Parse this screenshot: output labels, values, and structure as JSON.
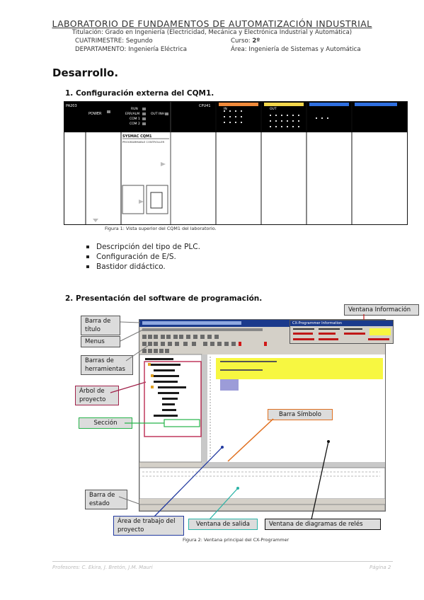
{
  "header": {
    "title": "LABORATORIO DE FUNDAMENTOS DE AUTOMATIZACIÓN INDUSTRIAL",
    "subtitle": "Titulación: Grado en Ingeniería (Electricidad, Mecánica y Electrónica Industrial y Automática)",
    "cuatrimestre": "CUATRIMESTRE: Segundo",
    "curso_label": "Curso:",
    "curso_value": "2º",
    "departamento": "DEPARTAMENTO: Ingeniería Eléctrica",
    "area": "Área: Ingeniería de Sistemas y Automática"
  },
  "section_title": "Desarrollo.",
  "item1": {
    "heading": "1. Configuración externa del CQM1.",
    "caption": "Figura 1: Vista superior del CQM1 del laboratorio.",
    "plc_labels": {
      "pa": "PA203",
      "power": "POWER",
      "run": "RUN",
      "err": "ERR/ALM",
      "com1": "COM 1",
      "com2": "COM 2",
      "out_inh": "OUT INH",
      "cpu": "CPU41",
      "model": "SYSMAC CQM1",
      "program": "PROGRAMMABLE CONTROLLER",
      "in_label": "IN",
      "out_label": "OUT"
    },
    "bullets": [
      "Descripción del tipo de PLC.",
      "Configuración de E/S.",
      "Bastidor didáctico."
    ]
  },
  "item2": {
    "heading": "2. Presentación del software de programación.",
    "caption": "Figura 2: Ventana principal del CX-Programmer",
    "callouts": {
      "barra_titulo": "Barra de título",
      "menus": "Menus",
      "barras_herramientas": "Barras de herramientas",
      "arbol_proyecto": "Árbol de proyecto",
      "seccion": "Sección",
      "ventana_informacion": "Ventana Información",
      "barra_simbolo": "Barra Símbolo",
      "barra_estado": "Barra de estado",
      "area_trabajo": "Área de trabajo del proyecto",
      "ventana_salida": "Ventana de salida",
      "ventana_diagramas": "Ventana de diagramas de relés"
    },
    "info_window_title": "CX-Programmer Information"
  },
  "footer": {
    "professors": "Profesores: C. Ekira, J. Bretón, J.M. Mauri",
    "page": "Página 2"
  }
}
